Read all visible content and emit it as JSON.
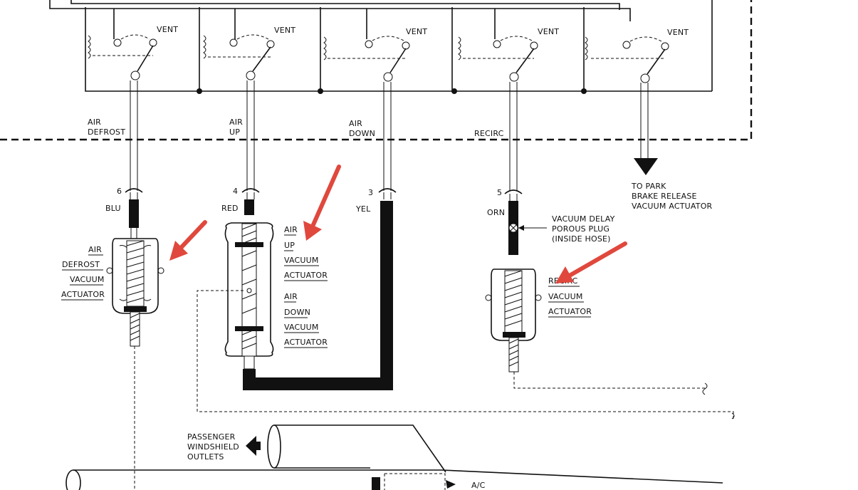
{
  "switches": [
    {
      "vent_label": "VENT"
    },
    {
      "vent_label": "VENT"
    },
    {
      "vent_label": "VENT"
    },
    {
      "vent_label": "VENT"
    },
    {
      "vent_label": "VENT"
    }
  ],
  "lines": [
    {
      "name_line1": "AIR",
      "name_line2": "DEFROST",
      "number": "6",
      "color": "BLU"
    },
    {
      "name_line1": "AIR",
      "name_line2": "UP",
      "number": "4",
      "color": "RED"
    },
    {
      "name_line1": "AIR",
      "name_line2": "DOWN",
      "number": "3",
      "color": "YEL"
    },
    {
      "name_line1": "RECIRC",
      "name_line2": "",
      "number": "5",
      "color": "ORN"
    }
  ],
  "park_brake": {
    "line1": "TO PARK",
    "line2": "BRAKE RELEASE",
    "line3": "VACUUM ACTUATOR"
  },
  "actuators": {
    "defrost": [
      "AIR",
      "DEFROST",
      "VACUUM",
      "ACTUATOR"
    ],
    "air_up": [
      "AIR",
      "UP",
      "VACUUM",
      "ACTUATOR"
    ],
    "air_down": [
      "AIR",
      "DOWN",
      "VACUUM",
      "ACTUATOR"
    ],
    "recirc": [
      "RECIRC",
      "VACUUM",
      "ACTUATOR"
    ]
  },
  "delay_plug": {
    "line1": "VACUUM DELAY",
    "line2": "POROUS PLUG",
    "line3": "(INSIDE HOSE)"
  },
  "outlets": {
    "line1": "PASSENGER",
    "line2": "WINDSHIELD",
    "line3": "OUTLETS"
  },
  "ac_label": "A/C",
  "colors": {
    "annotation_arrow": "#e0483d",
    "ink": "#111111"
  }
}
